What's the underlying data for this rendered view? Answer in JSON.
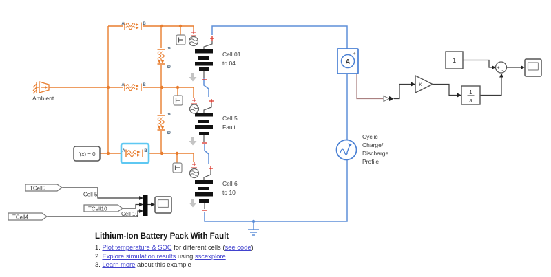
{
  "diagram": {
    "ambient_label": "Ambient",
    "solver_label": "f(x) = 0",
    "batteries": [
      {
        "line1": "Cell 01",
        "line2": "to 04"
      },
      {
        "line1": "Cell 5",
        "line2": "Fault"
      },
      {
        "line1": "Cell 6",
        "line2": "to 10"
      }
    ],
    "profile_label": [
      "Cyclic",
      "Charge/",
      "Discharge",
      "Profile"
    ],
    "constant_value": "1",
    "gain_label": "-K-",
    "integrator": {
      "num": "1",
      "den": "s"
    },
    "ammeter_label": "A",
    "port_a": "A",
    "port_b": "B",
    "plus": "+",
    "minus": "-",
    "from_tags": [
      {
        "label": "TCell5"
      },
      {
        "label": "TCell10"
      },
      {
        "label": "TCell4"
      }
    ],
    "wire_labels": [
      {
        "text": "Cell 5"
      },
      {
        "text": "Cell 10"
      }
    ]
  },
  "annotation": {
    "title": "Lithium-Ion Battery Pack With Fault",
    "items": [
      {
        "num": "1.",
        "p0": "Plot temperature & SOC",
        "p1": " for different cells (",
        "p2": "see code",
        "p3": ")"
      },
      {
        "num": "2.",
        "p0": "Explore simulation results",
        "p1": " using ",
        "p2": "sscexplore",
        "p3": ""
      },
      {
        "num": "3.",
        "p0": "Learn more",
        "p1": " about this example",
        "p2": "",
        "p3": ""
      }
    ]
  },
  "colors": {
    "thermal_orange": "#e87d2e",
    "electrical_blue": "#5e8fd8",
    "physical_signal_maroon": "#aa8181",
    "signal_dark": "#3a3a3a",
    "selection_cyan": "#5ec8f2",
    "terminal_red": "#d93025",
    "link_blue": "#4243cf"
  }
}
